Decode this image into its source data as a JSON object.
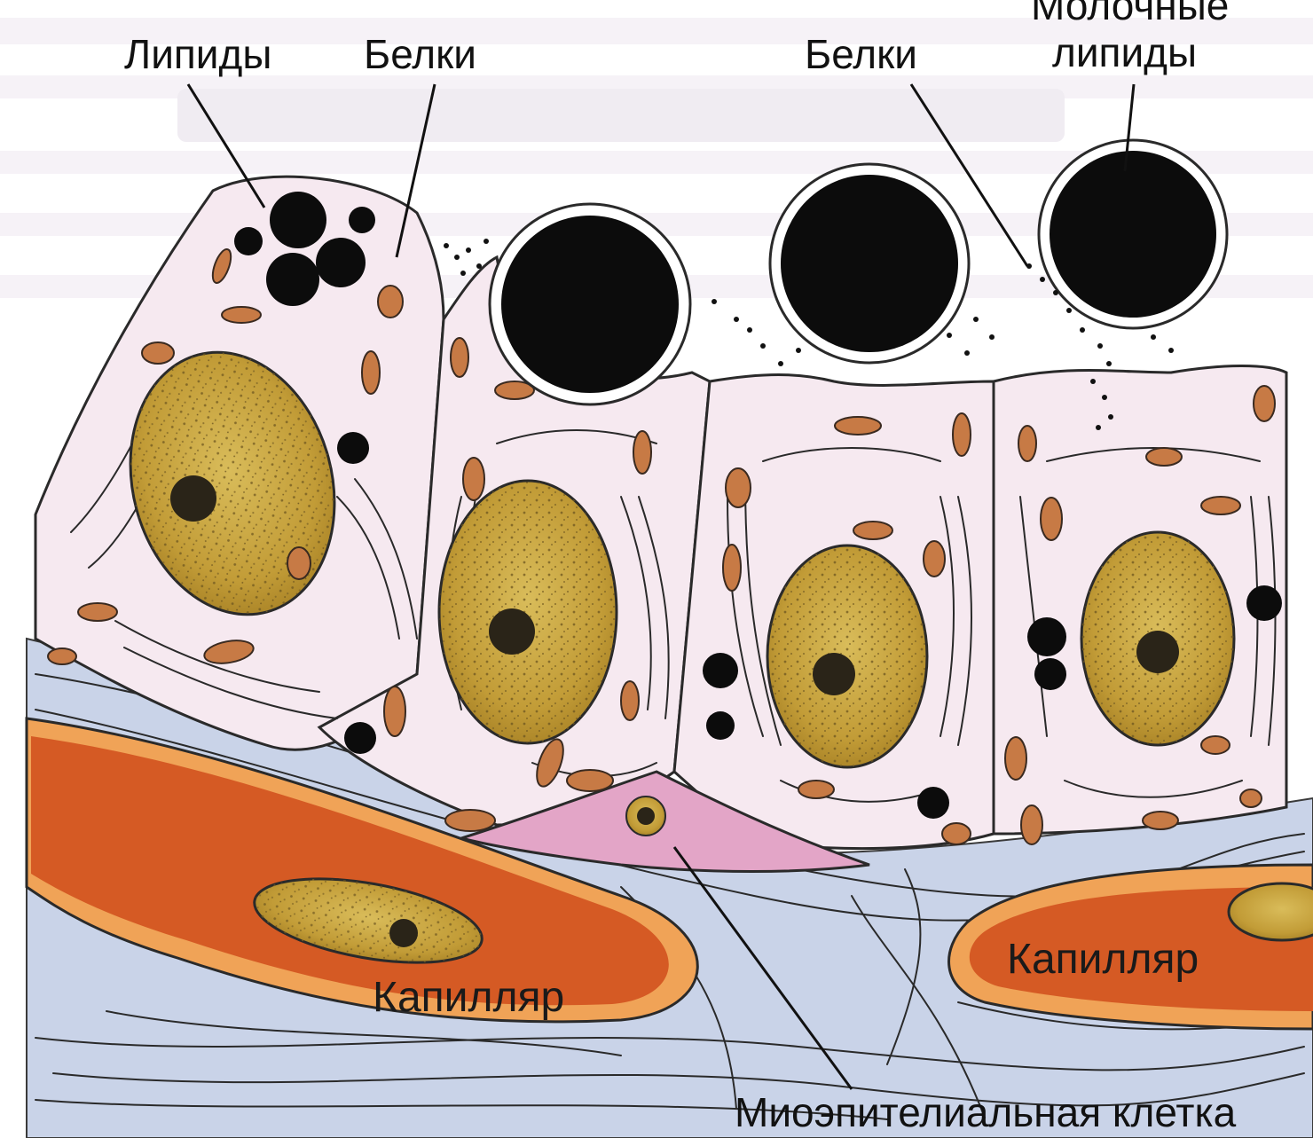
{
  "labels": {
    "lipids": "Липиды",
    "proteins_left": "Белки",
    "proteins_right": "Белки",
    "milk_lipids_line1": "Молочные",
    "milk_lipids_line2": "липиды",
    "capillary_left": "Капилляр",
    "capillary_right": "Капилляр",
    "myoepithelial": "Миоэпителиальная клетка"
  },
  "colors": {
    "background": "#ffffff",
    "ghost_text": "#e9e3ec",
    "cytoplasm": "#f6e9f0",
    "cell_outline": "#2a2a2a",
    "nucleus": "#c9a640",
    "nucleolus": "#2a2418",
    "lipid_droplet": "#0c0c0c",
    "mitochondrion": "#c77a45",
    "basement_tissue": "#c9d3e8",
    "capillary_wall": "#f0a357",
    "capillary_lumen": "#d55a24",
    "myoepithelial_cell": "#e3a5c7"
  }
}
